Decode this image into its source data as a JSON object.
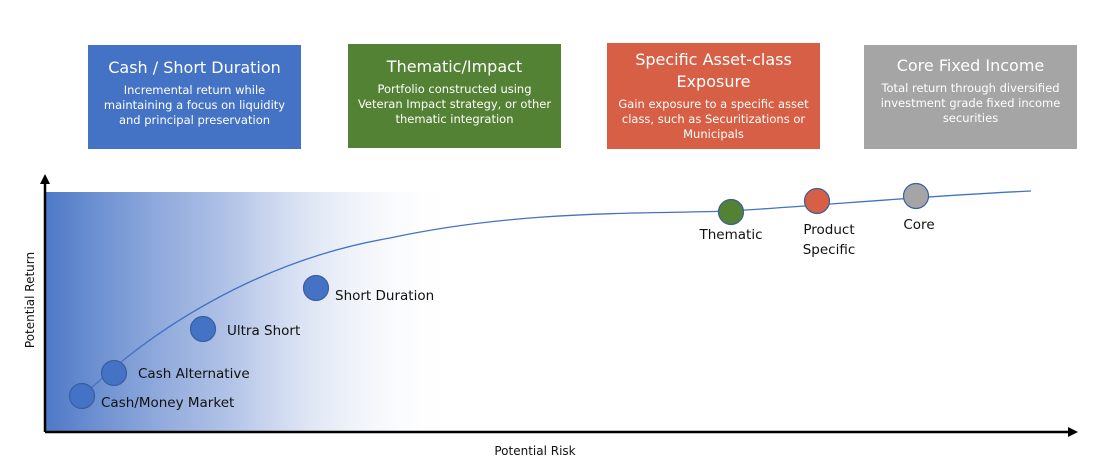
{
  "boxes": [
    {
      "title": "Cash / Short Duration",
      "desc": "Incremental return while maintaining a focus on liquidity and principal preservation",
      "color": "#4472C4"
    },
    {
      "title": "Thematic/Impact",
      "desc": "Portfolio constructed using Veteran Impact strategy, or other thematic integration",
      "color": "#548235"
    },
    {
      "title": "Specific Asset-class Exposure",
      "desc": "Gain exposure to a specific asset class, such as Securitizations or Municipals",
      "color": "#D65F45"
    },
    {
      "title": "Core Fixed Income",
      "desc": "Total return through diversified investment grade fixed income securities",
      "color": "#A5A5A5"
    }
  ],
  "axes": {
    "x_label": "Potential Risk",
    "y_label": "Potential Return"
  },
  "points": [
    {
      "label": "Cash/Money Market",
      "color": "#4472C4"
    },
    {
      "label": "Cash Alternative",
      "color": "#4472C4"
    },
    {
      "label": "Ultra Short",
      "color": "#4472C4"
    },
    {
      "label": "Short Duration",
      "color": "#4472C4"
    },
    {
      "label": "Thematic",
      "color": "#548235"
    },
    {
      "label": "Product Specific",
      "color": "#D65F45"
    },
    {
      "label": "Core",
      "color": "#A5A5A5"
    }
  ]
}
